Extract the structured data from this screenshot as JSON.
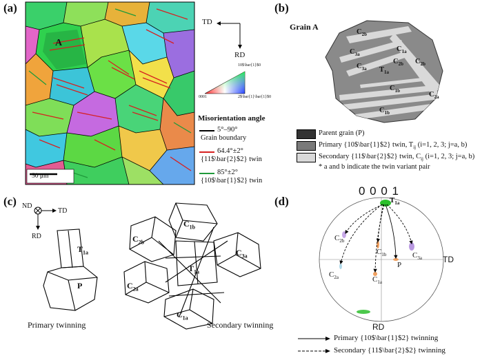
{
  "panels": {
    "a": {
      "label": "(a)",
      "grain_label": "A",
      "scale_bar": "50 μm",
      "axes": {
        "td": "TD",
        "rd": "RD"
      },
      "ipf": {
        "top": "10$\\bar{1}$0",
        "left": "0001",
        "right": "2$\\bar{1}\\bar{1}$0"
      },
      "legend_title": "Misorientation angle",
      "legend": [
        {
          "angle": "5°–90°",
          "desc": "Grain boundary",
          "color": "#000000"
        },
        {
          "angle": "64.4°±2°",
          "desc": "{11$\\bar{2}$2} twin",
          "color": "#d62020"
        },
        {
          "angle": "85°±2°",
          "desc": "{10$\\bar{1}$2} twin",
          "color": "#1f9a3a"
        }
      ]
    },
    "b": {
      "label": "(b)",
      "title": "Grain A",
      "regions": [
        "C2b",
        "C3a",
        "C3a",
        "C1a",
        "C2b",
        "C2b",
        "T1a",
        "C1b",
        "C2a",
        "C1b"
      ],
      "region_labels": [
        {
          "main": "C",
          "sub": "2b"
        },
        {
          "main": "C",
          "sub": "3a"
        },
        {
          "main": "C",
          "sub": "3a"
        },
        {
          "main": "C",
          "sub": "1a"
        },
        {
          "main": "C",
          "sub": "2b"
        },
        {
          "main": "C",
          "sub": "2b"
        },
        {
          "main": "T",
          "sub": "1a"
        },
        {
          "main": "C",
          "sub": "1b"
        },
        {
          "main": "C",
          "sub": "2a"
        },
        {
          "main": "C",
          "sub": "1b"
        }
      ],
      "legend": [
        {
          "text": "Parent grain (P)",
          "color": "#333333"
        },
        {
          "text": "Primary {10$\\bar{1}$2} twin, T",
          "sub": "ij",
          "rest": " (i=1, 2, 3; j=a, b)",
          "color": "#7a7a7a"
        },
        {
          "text": "Secondary {11$\\bar{2}$2} twin, C",
          "sub": "ij",
          "rest": " (i=1, 2, 3; j=a, b)",
          "color": "#d9d9d9"
        }
      ],
      "note": "* a and b indicate the twin variant pair"
    },
    "c": {
      "label": "(c)",
      "axes": {
        "nd": "ND",
        "td": "TD",
        "rd": "RD"
      },
      "primary_labels": [
        {
          "main": "T",
          "sub": "1a"
        },
        {
          "main": "P",
          "sub": ""
        }
      ],
      "secondary_labels": [
        {
          "main": "C",
          "sub": "1b"
        },
        {
          "main": "C",
          "sub": "2b"
        },
        {
          "main": "C",
          "sub": "3a"
        },
        {
          "main": "T",
          "sub": "1a"
        },
        {
          "main": "C",
          "sub": "2a"
        },
        {
          "main": "C",
          "sub": "1a"
        }
      ],
      "caption_primary": "Primary twinning",
      "caption_secondary": "Secondary twinning"
    },
    "d": {
      "label": "(d)",
      "pole": "0 0 0 1",
      "td": "TD",
      "rd": "RD",
      "points": [
        {
          "main": "T",
          "sub": "1a"
        },
        {
          "main": "C",
          "sub": "2b"
        },
        {
          "main": "C",
          "sub": "1b"
        },
        {
          "main": "P",
          "sub": ""
        },
        {
          "main": "C",
          "sub": "3a"
        },
        {
          "main": "C",
          "sub": "2a"
        },
        {
          "main": "C",
          "sub": "1a"
        }
      ],
      "legend": [
        {
          "text": "Primary {10$\\bar{1}$2} twinning",
          "style": "solid"
        },
        {
          "text": "Secondary {11$\\bar{2}$2} twinning",
          "style": "dashed"
        }
      ]
    }
  }
}
